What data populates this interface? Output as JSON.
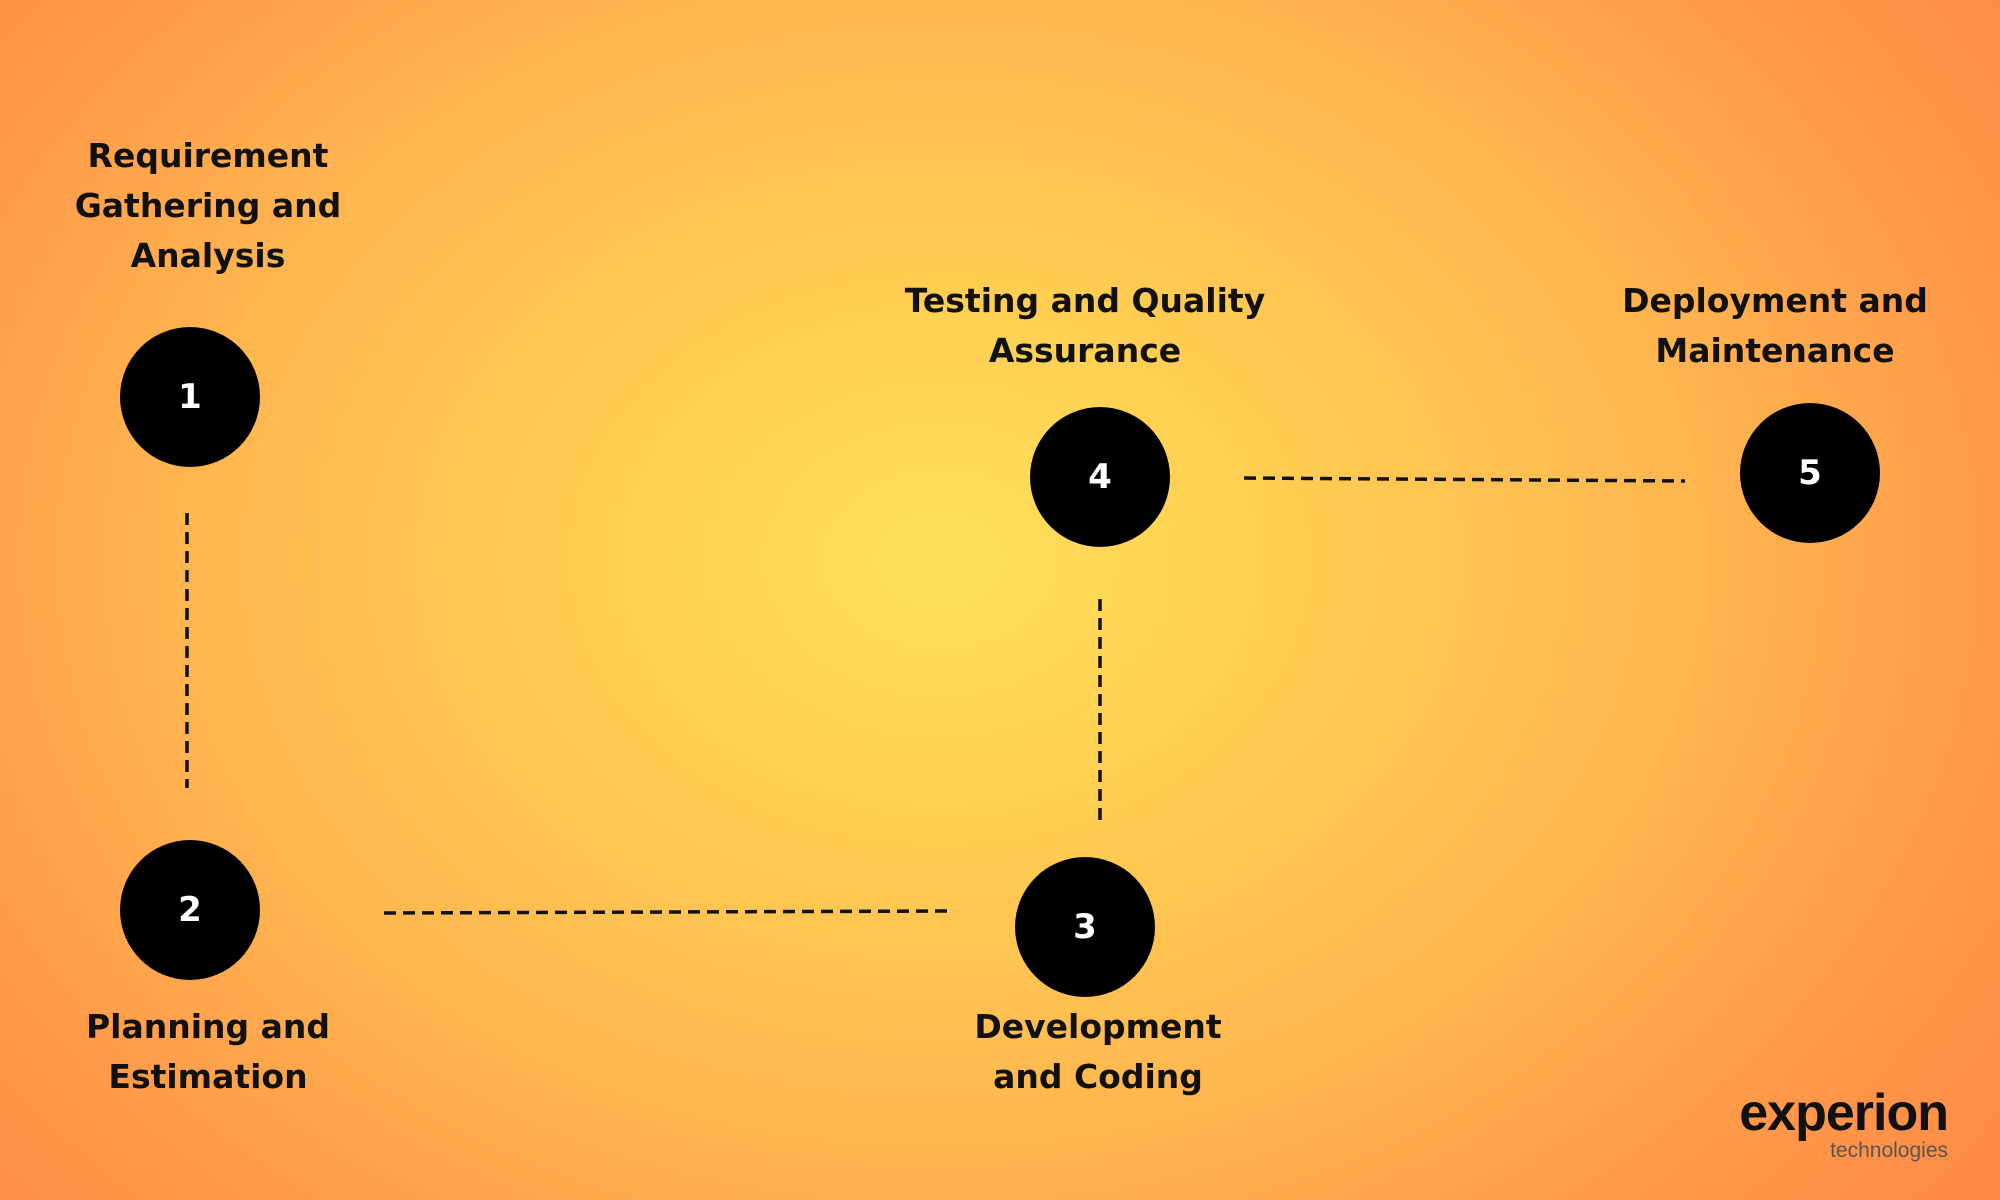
{
  "colors": {
    "node_fill": "#000000",
    "node_text": "#ffffff",
    "label_text": "#111111",
    "connector": "#111111",
    "background_center": "#ffe15a",
    "background_edge": "#ff8c47"
  },
  "steps": [
    {
      "number": "1",
      "label_lines": [
        "Requirement",
        "Gathering and",
        "Analysis"
      ]
    },
    {
      "number": "2",
      "label_lines": [
        "Planning and",
        "Estimation"
      ]
    },
    {
      "number": "3",
      "label_lines": [
        "Development",
        "and Coding"
      ]
    },
    {
      "number": "4",
      "label_lines": [
        "Testing and Quality",
        "Assurance"
      ]
    },
    {
      "number": "5",
      "label_lines": [
        "Deployment and",
        "Maintenance"
      ]
    }
  ],
  "connectors": [
    {
      "from": "1",
      "to": "2",
      "style": "dashed"
    },
    {
      "from": "2",
      "to": "3",
      "style": "dashed"
    },
    {
      "from": "3",
      "to": "4",
      "style": "dashed"
    },
    {
      "from": "4",
      "to": "5",
      "style": "dashed"
    }
  ],
  "logo": {
    "name": "experion",
    "tagline": "technologies"
  }
}
